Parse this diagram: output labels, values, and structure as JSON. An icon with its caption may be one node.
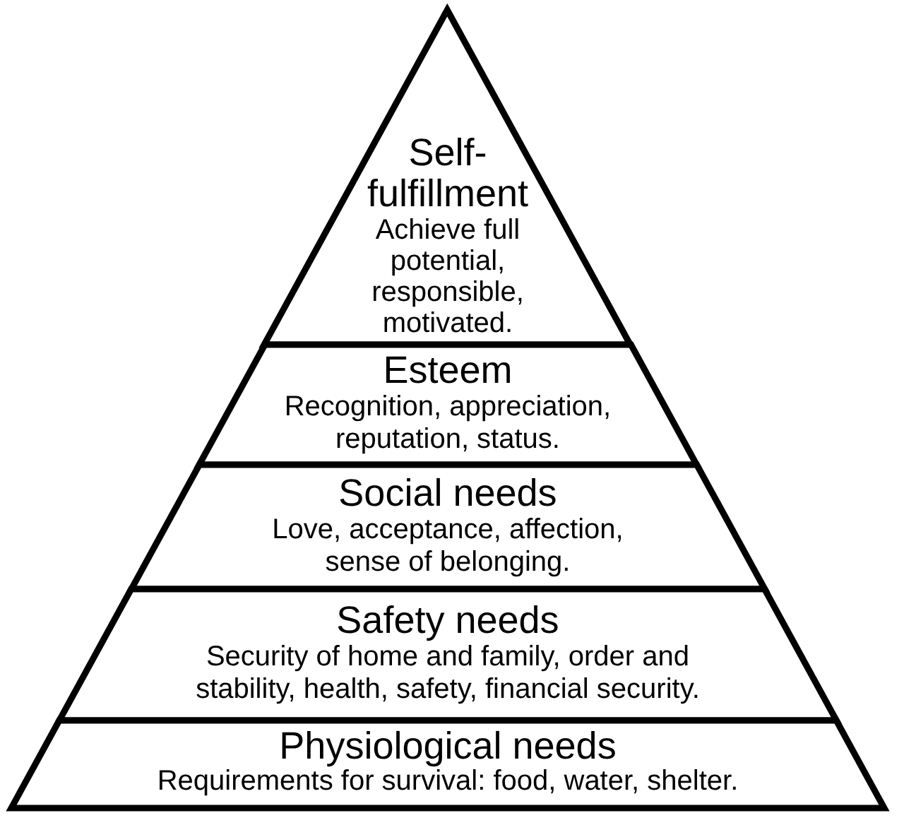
{
  "diagram": {
    "nodes": [
      {
        "text": [
          "Self-fulfillment",
          "Achieve full potential, responsible, motivated."
        ]
      },
      {
        "text": [
          "Esteem",
          "Recognition, appreciation, reputation, status."
        ]
      },
      {
        "text": [
          "Social needs",
          "Love, acceptance, affection, sense of belonging."
        ]
      },
      {
        "text": [
          "Safety needs",
          "Security of home and family, order and stability, health, safety, financial security."
        ]
      },
      {
        "text": [
          "Physiological needs",
          "Requirements for survival: food, water, shelter."
        ]
      }
    ]
  }
}
